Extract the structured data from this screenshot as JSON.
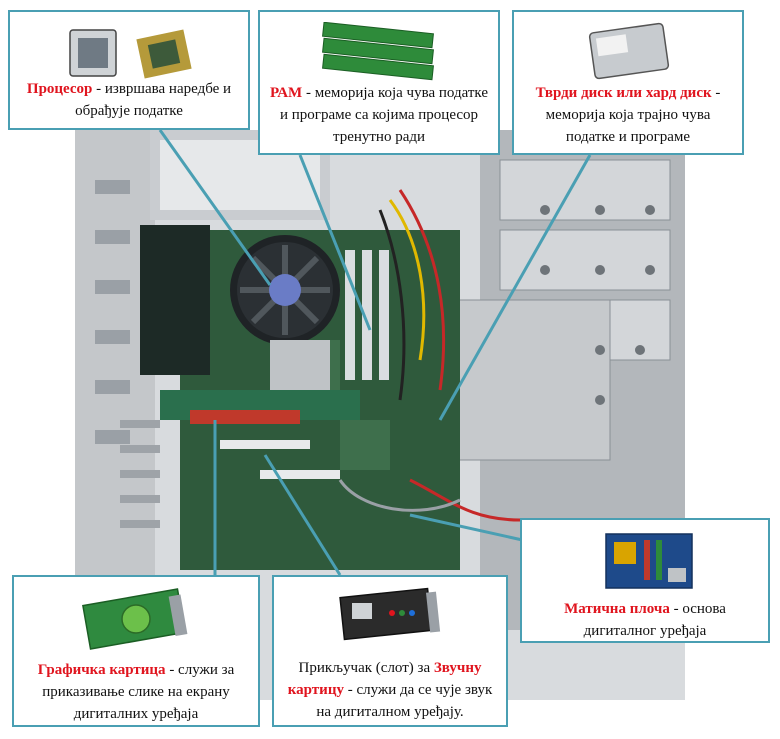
{
  "colors": {
    "accent_border": "#4a9fb3",
    "highlight_red": "#e0141e",
    "board_green": "#2f5a3c",
    "case_grey": "#b9bcc0"
  },
  "callouts": {
    "cpu": {
      "term": "Процесор",
      "rest": " - извршава наредбе и обрађује податке",
      "icon": "cpu-chip-icon"
    },
    "ram": {
      "term": "РАМ",
      "rest": " - меморија која чува податке и програме са којима процесор тренутно ради",
      "icon": "ram-module-icon"
    },
    "hdd": {
      "term1": "Тврди диск",
      "mid": " или ",
      "term2": "хард диск",
      "rest": " - меморија која трајно чува податке и програме",
      "icon": "hard-disk-icon"
    },
    "motherboard": {
      "term": "Матична плоча",
      "rest": " - основа дигиталног уређаја",
      "icon": "motherboard-icon"
    },
    "gpu": {
      "term": "Графичка картица",
      "rest": " - служи за приказивање слике на екрану дигиталних уређаја",
      "icon": "graphics-card-icon"
    },
    "sound": {
      "pre": "Прикључак (слот) за ",
      "term": "Звучну картицу",
      "rest": " - служи да се чује звук на дигиталном уређају.",
      "icon": "sound-card-icon"
    }
  }
}
